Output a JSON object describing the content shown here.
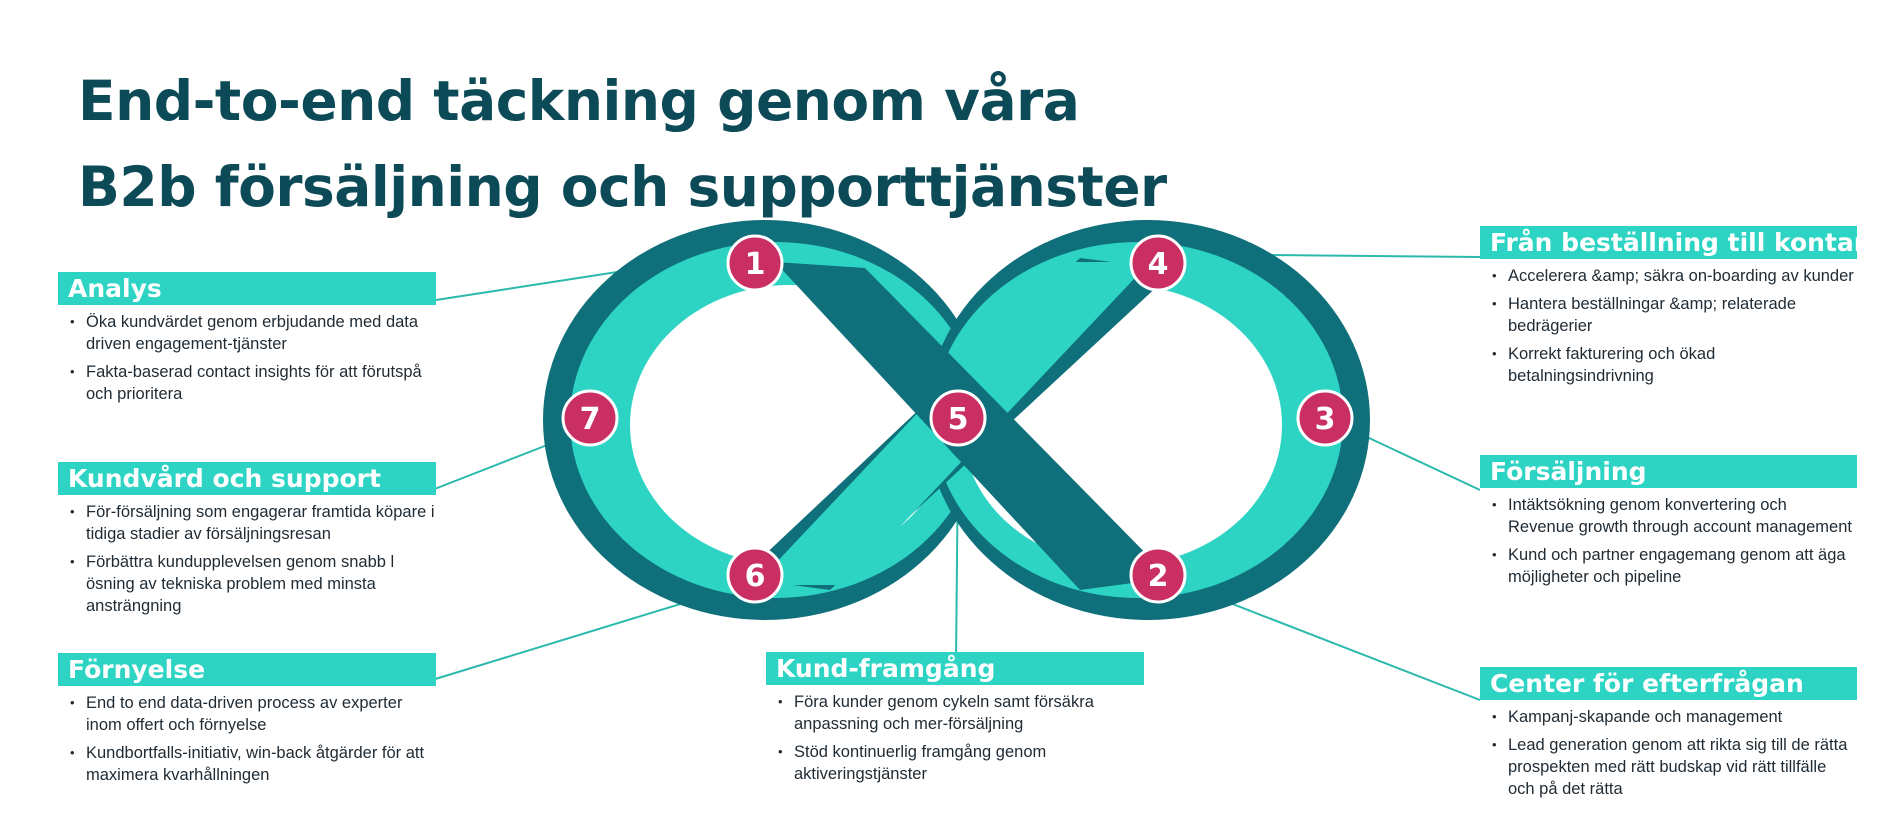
{
  "title": {
    "line1": "End-to-end täckning genom våra",
    "line2": "B2b försäljning och supporttjänster"
  },
  "colors": {
    "dark_teal": "#0f6f7a",
    "light_teal": "#2dd4c4",
    "number_circle": "#c92f63",
    "title": "#0d4a58"
  },
  "loop_numbers": [
    "1",
    "4",
    "7",
    "5",
    "3",
    "6",
    "2"
  ],
  "sections": {
    "analys": {
      "header": "Analys",
      "bullets": [
        "Öka kundvärdet genom erbjudande med data driven engagement-tjänster",
        "Fakta-baserad contact insights för att förutspå och prioritera"
      ]
    },
    "kundvard": {
      "header": "Kundvård och support",
      "bullets": [
        "För-försäljning som engagerar framtida köpare i tidiga stadier av försäljningsresan",
        "Förbättra kundupplevelsen genom snabb l ösning av tekniska problem med minsta ansträngning"
      ]
    },
    "fornyelse": {
      "header": "Förnyelse",
      "bullets": [
        "End to end data-driven process av experter inom offert och förnyelse",
        "Kundbortfalls-initiativ, win-back åtgärder för att maximera kvarhållningen"
      ]
    },
    "kundframgang": {
      "header": "Kund-framgång",
      "bullets": [
        "Föra kunder genom cykeln samt försäkra anpassning och mer-försäljning",
        "Stöd kontinuerlig framgång genom aktiveringstjänster"
      ]
    },
    "bestallning": {
      "header": "Från beställning till kontanter",
      "bullets": [
        "Accelerera &amp; säkra on-boarding av kunder",
        "Hantera beställningar &amp; relaterade bedrägerier",
        "Korrekt fakturering och ökad betalningsindrivning"
      ]
    },
    "forsaljning": {
      "header": "Försäljning",
      "bullets": [
        "Intäktsökning genom konvertering och Revenue growth through account management",
        "Kund och partner engagemang genom att äga möjligheter och pipeline"
      ]
    },
    "center": {
      "header": "Center för efterfrågan",
      "bullets": [
        "Kampanj-skapande och management",
        "Lead generation genom att rikta sig till de rätta prospekten med rätt budskap vid rätt tillfälle och på det rätta"
      ]
    }
  }
}
